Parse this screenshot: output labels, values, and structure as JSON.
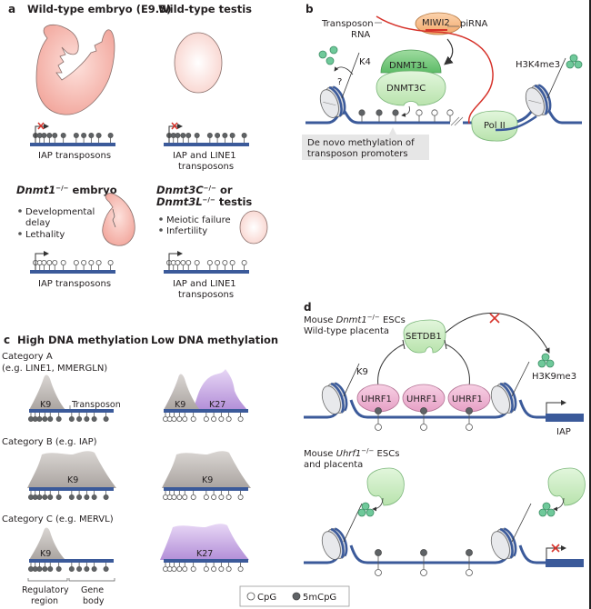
{
  "panels": {
    "a": {
      "label": "a",
      "wt_embryo_title": "Wild-type embryo (E9.5)",
      "wt_testis_title": "Wild-type testis",
      "wt_embryo_locus": "IAP transposons",
      "wt_testis_locus_1": "IAP and LINE1",
      "wt_testis_locus_2": "transposons",
      "ko_embryo_gene": "Dnmt1",
      "ko_sup": "−/−",
      "ko_embryo_suffix": " embryo",
      "ko_embryo_bullets": [
        "Developmental",
        "delay",
        "Lethality"
      ],
      "ko_testis_gene1": "Dnmt3C",
      "ko_testis_mid": " or",
      "ko_testis_gene2": "Dnmt3L",
      "ko_testis_suffix": " testis",
      "ko_testis_bullets": [
        "Meiotic failure",
        "Infertility"
      ],
      "ko_embryo_locus": "IAP transposons",
      "ko_testis_locus_1": "IAP and LINE1",
      "ko_testis_locus_2": "transposons"
    },
    "b": {
      "label": "b",
      "transposon_rna_1": "Transposon",
      "transposon_rna_2": "RNA",
      "miwi2": "MIWI2",
      "pirna": "piRNA",
      "dnmt3l": "DNMT3L",
      "dnmt3c": "DNMT3C",
      "k4": "K4",
      "question": "?",
      "h3k4me3": "H3K4me3",
      "pol2": "Pol II",
      "callout_1": "De novo methylation of",
      "callout_2": "transposon promoters"
    },
    "c": {
      "label": "c",
      "high_title": "High DNA methylation",
      "low_title": "Low DNA methylation",
      "cat_a_1": "Category A",
      "cat_a_2": "(e.g. LINE1, MMERGLN)",
      "cat_b": "Category B (e.g. IAP)",
      "cat_c": "Category C (e.g. MERVL)",
      "k9": "K9",
      "k27": "K27",
      "transposon": "Transposon",
      "regulatory_1": "Regulatory",
      "regulatory_2": "region",
      "gene_1": "Gene",
      "gene_2": "body"
    },
    "d": {
      "label": "d",
      "top_line1_pre": "Mouse ",
      "top_gene": "Dnmt1",
      "top_sup": "−/−",
      "top_line1_post": " ESCs",
      "top_line2": "Wild-type placenta",
      "setdb1": "SETDB1",
      "uhrf1": "UHRF1",
      "k9": "K9",
      "h3k9me3": "H3K9me3",
      "iap": "IAP",
      "bottom_line1_pre": "Mouse ",
      "bottom_gene": "Uhrf1",
      "bottom_sup": "−/−",
      "bottom_line1_post": " ESCs",
      "bottom_line2": "and placenta"
    }
  },
  "legend": {
    "cpg": "CpG",
    "mcpg": "5mCpG"
  },
  "colors": {
    "dna": "#3b5a9a",
    "methyl": "#5f6366",
    "pink": "#f6bfb8",
    "green_light": "#cfeec6",
    "green_dark": "#7ccc7f",
    "orange": "#f9c08c",
    "red": "#d6322a",
    "grey_peak": "#c8c4c1",
    "purple_peak": "#c9a8e6",
    "uhrf1": "#f0b8d6"
  }
}
